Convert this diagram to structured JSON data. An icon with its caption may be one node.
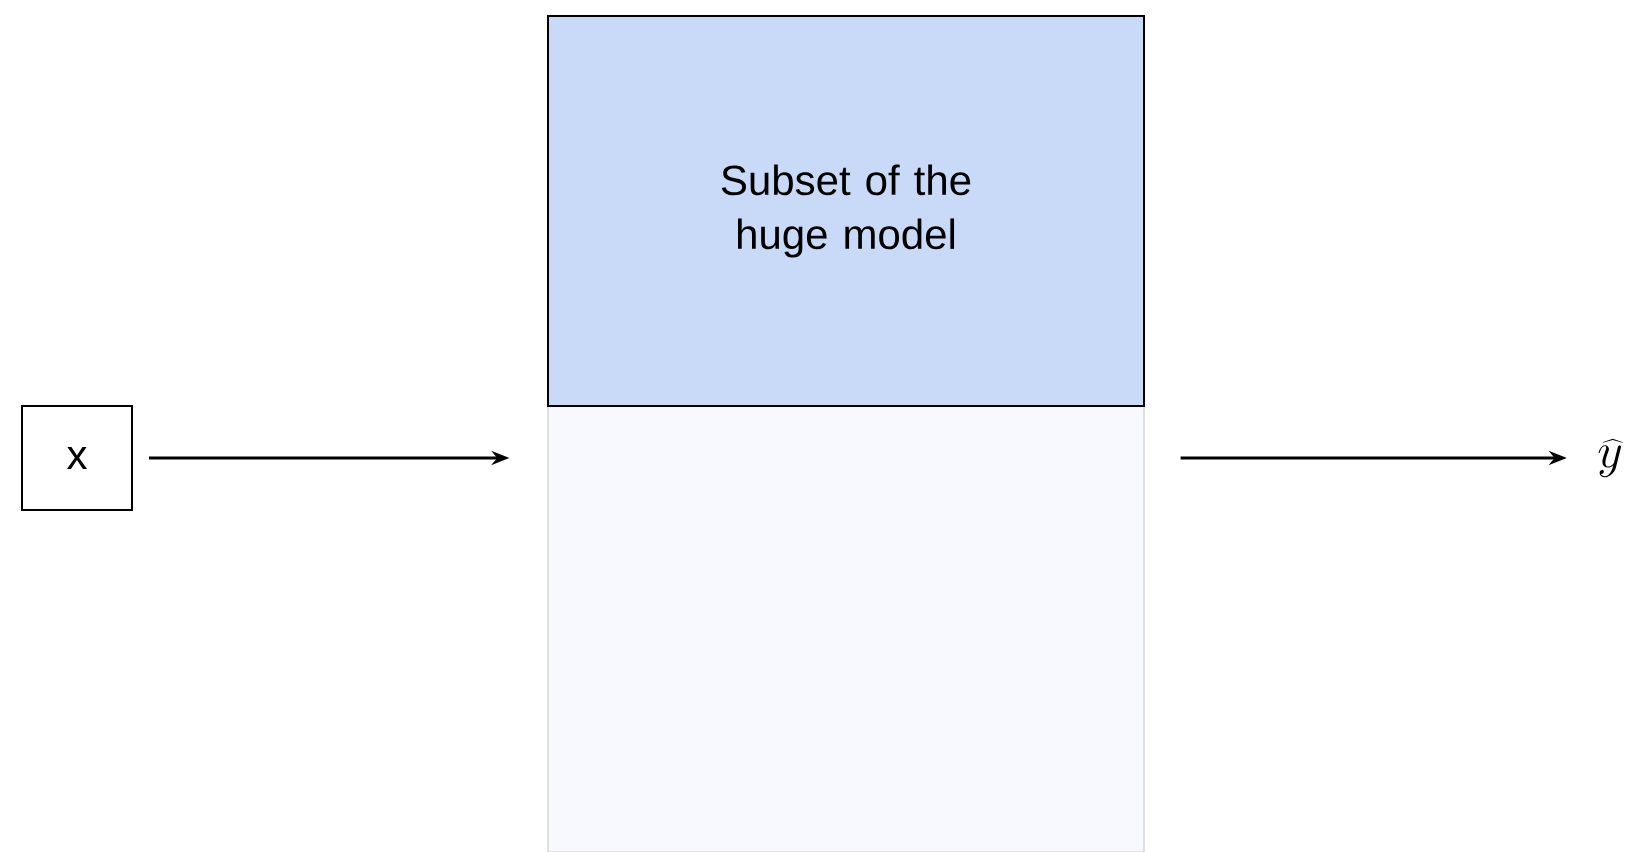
{
  "diagram": {
    "nodes": [
      {
        "text": [
          "x"
        ]
      },
      {
        "text": [],
        "shape": "box"
      },
      {
        "text": [
          "Subset of the huge model"
        ]
      },
      {
        "text": [
          "\\widehat{y}"
        ]
      }
    ],
    "edges": [
      {
        "from": 0,
        "to": 1,
        "arrow": "to"
      },
      {
        "from": 1,
        "to": 3,
        "arrow": "to"
      }
    ]
  }
}
